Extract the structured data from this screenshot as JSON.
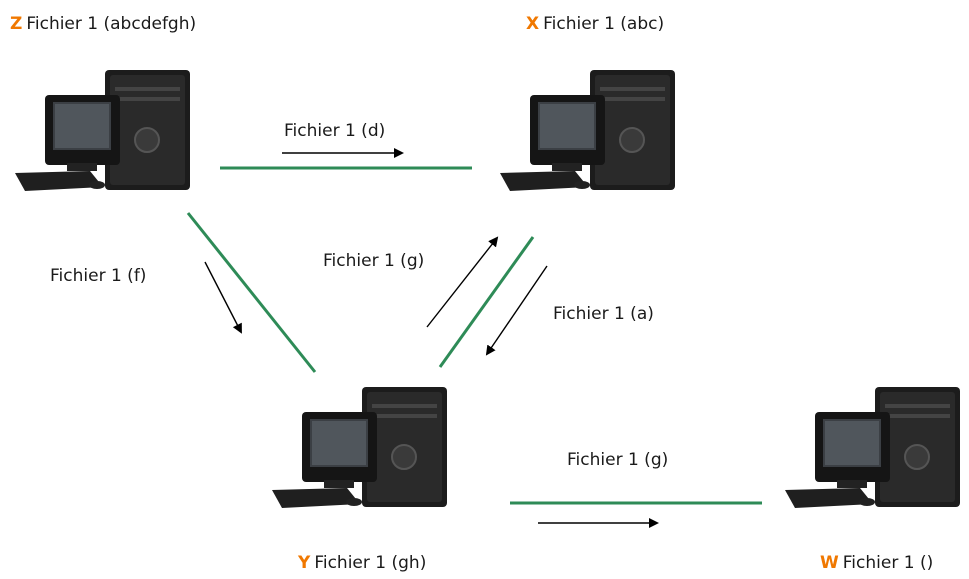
{
  "nodes": {
    "z": {
      "letter": "Z",
      "label": "Fichier 1 (abcdefgh)"
    },
    "x": {
      "letter": "X",
      "label": "Fichier 1 (abc)"
    },
    "y": {
      "letter": "Y",
      "label": "Fichier 1 (gh)"
    },
    "w": {
      "letter": "W",
      "label": "Fichier 1 ()"
    }
  },
  "transfers": {
    "z_to_x": "Fichier 1 (d)",
    "z_to_y": "Fichier 1 (f)",
    "y_to_x": "Fichier 1 (g)",
    "x_to_y": "Fichier 1 (a)",
    "y_to_w": "Fichier 1 (g)"
  },
  "colors": {
    "link": "#2e8b57",
    "letter": "#f07800",
    "arrow": "#000000"
  },
  "icons": {
    "computer": "desktop-computer-icon"
  }
}
